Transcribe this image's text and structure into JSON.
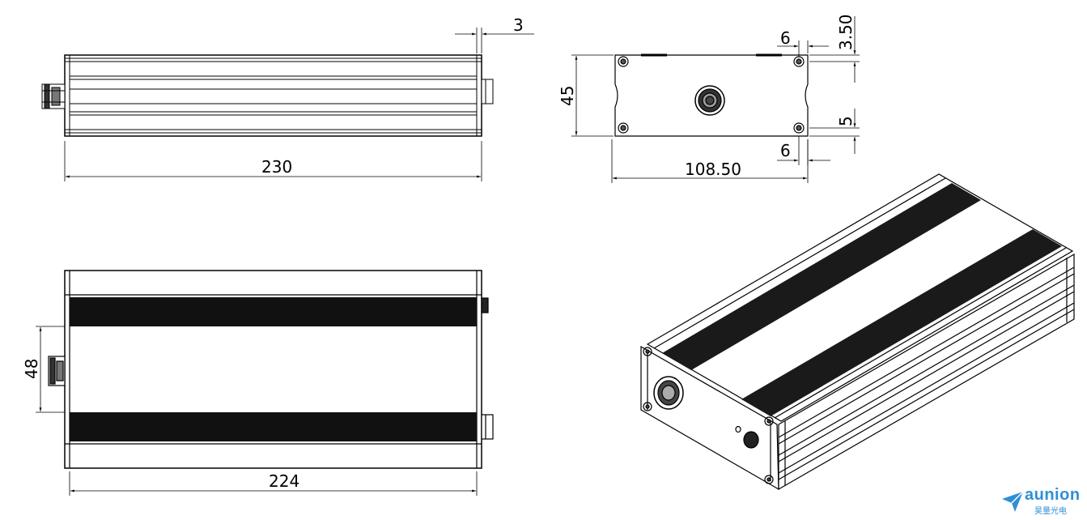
{
  "dimensions": {
    "front_length": "230",
    "offset": "3",
    "height": "45",
    "width": "108.50",
    "hole_x_top": "6",
    "hole_y_top": "3.50",
    "hole_y_bottom": "5",
    "hole_x_bottom": "6",
    "side_height": "48",
    "bottom_length": "224"
  },
  "logo": {
    "name": "aunion",
    "subtitle": "昊量光电",
    "color": "#2f8fd6"
  }
}
